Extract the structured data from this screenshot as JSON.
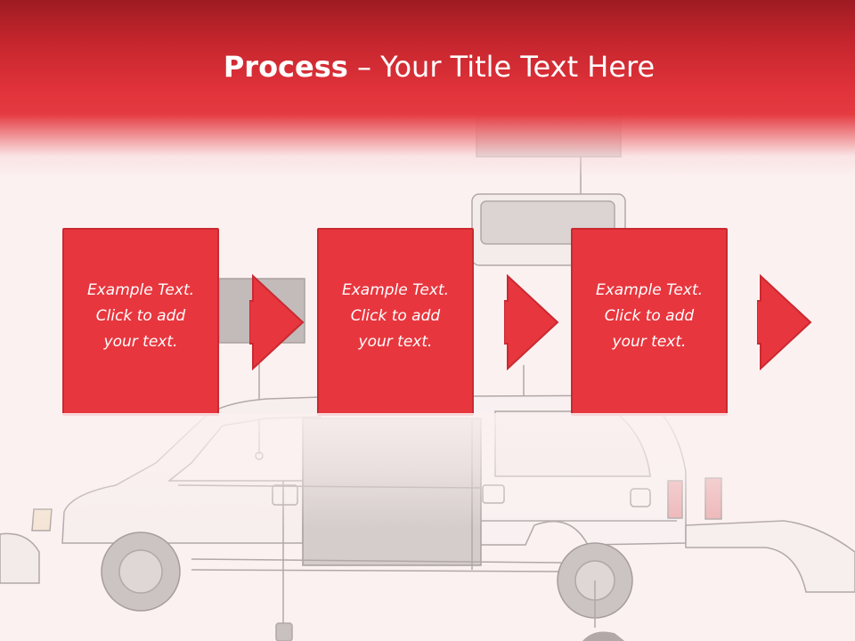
{
  "slide": {
    "title_bold": "Process",
    "title_rest": " – Your Title Text Here",
    "steps": [
      {
        "line1": "Example Text.",
        "line2": "Click  to add",
        "line3": "your text."
      },
      {
        "line1": "Example Text.",
        "line2": "Click  to add",
        "line3": "your text."
      },
      {
        "line1": "Example Text.",
        "line2": "Click  to add",
        "line3": "your text."
      }
    ]
  },
  "colors": {
    "header_top": "#9e1b22",
    "header_mid": "#e43a41",
    "box_fill": "#e8363e",
    "box_border": "#c92a31",
    "background": "#fcf1f1",
    "line_art": "#8d8484"
  },
  "background_image": "minivan-illustration"
}
